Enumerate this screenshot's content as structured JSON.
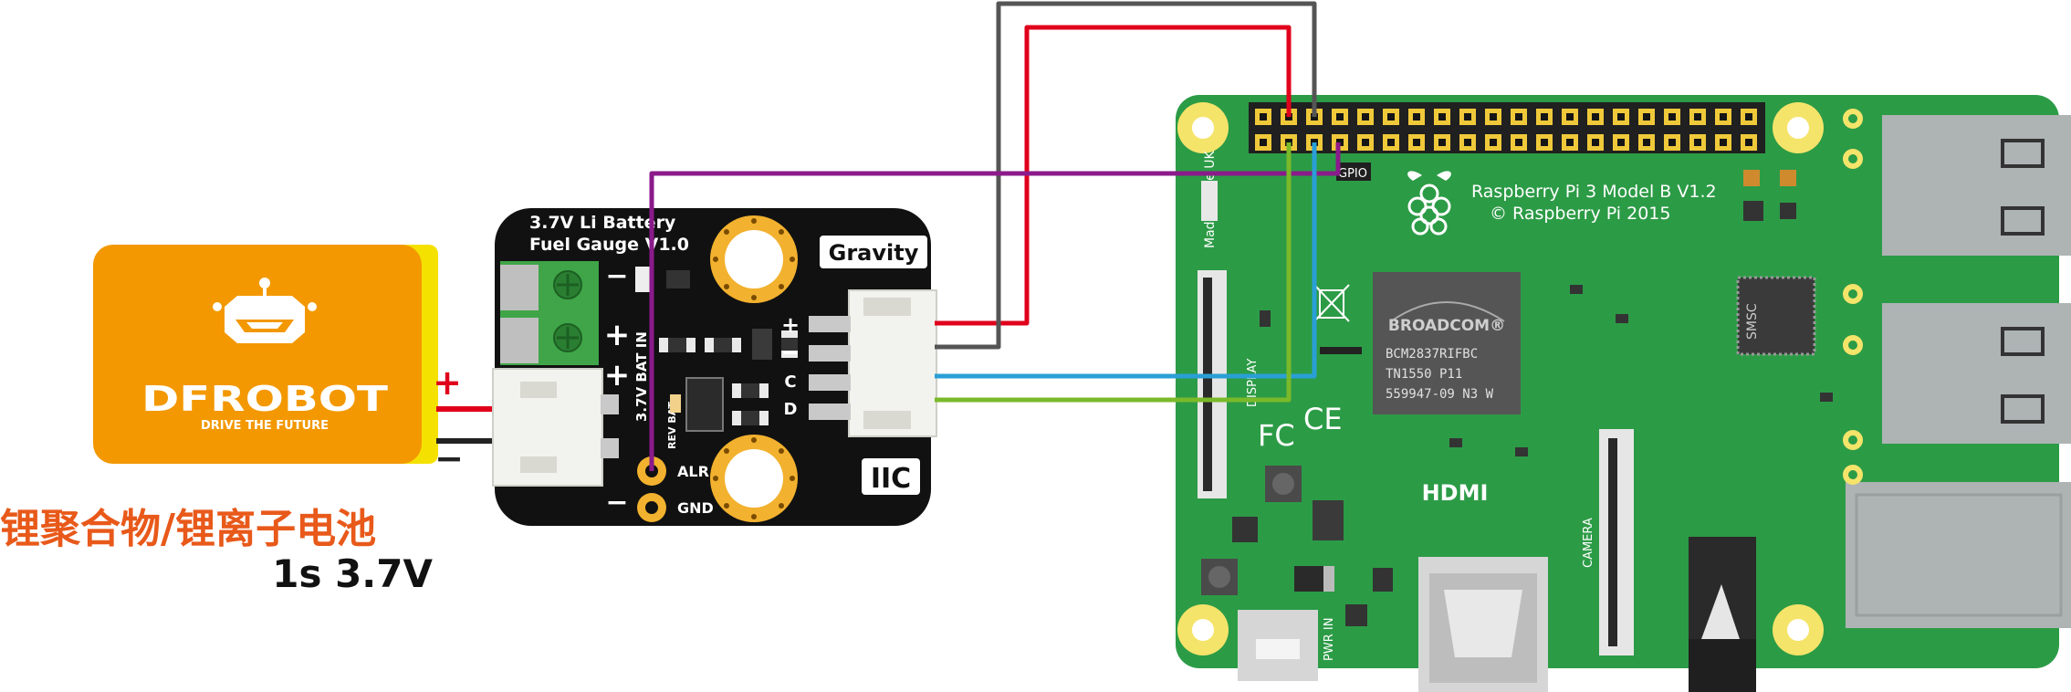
{
  "battery": {
    "brand": "DFROBOT",
    "slogan": "DRIVE THE FUTURE",
    "plus_sign": "+",
    "minus_sign": "−",
    "caption_cn": "锂聚合物/锂离子电池",
    "caption_spec": "1s 3.7V"
  },
  "fuel_gauge": {
    "title_line1": "3.7V Li Battery",
    "title_line2": "Fuel Gauge V1.0",
    "brand_tag": "Gravity",
    "bus_tag": "IIC",
    "bat_in_label": "3.7V BAT IN",
    "rev_bat_label": "REV BAT",
    "pin_plus": "+",
    "pin_minus": "−",
    "pin_c": "C",
    "pin_d": "D",
    "pad_alr": "ALR",
    "pad_gnd": "GND",
    "minus_top": "−",
    "minus_bottom": "−",
    "plus_left_1": "+",
    "plus_left_2": "+"
  },
  "raspberry_pi": {
    "title_line1": "Raspberry Pi 3 Model B V1.2",
    "title_line2": "© Raspberry Pi 2015",
    "gpio_label": "GPIO",
    "made_in": "Made in the UK",
    "chip_brand": "BROADCOM®",
    "chip_line1": "BCM2837RIFBC",
    "chip_line2": "TN1550 P11",
    "chip_line3": "559947-09 N3 W",
    "usb_chip_brand": "SMSC",
    "display_label": "DISPLAY",
    "camera_label": "CAMERA",
    "hdmi_label": "HDMI",
    "pwr_label": "PWR IN",
    "fc_mark": "FC",
    "ce_mark": "CE"
  },
  "colors": {
    "battery_orange": "#f39800",
    "battery_yellow": "#f5e100",
    "gauge_board": "#111111",
    "pi_green": "#2c9b46",
    "wire_red": "#e0001b",
    "wire_black": "#555555",
    "wire_purple": "#8b1a8b",
    "wire_blue": "#2a9fd6",
    "wire_green": "#7ab929",
    "caption_orange": "#e8591a"
  }
}
